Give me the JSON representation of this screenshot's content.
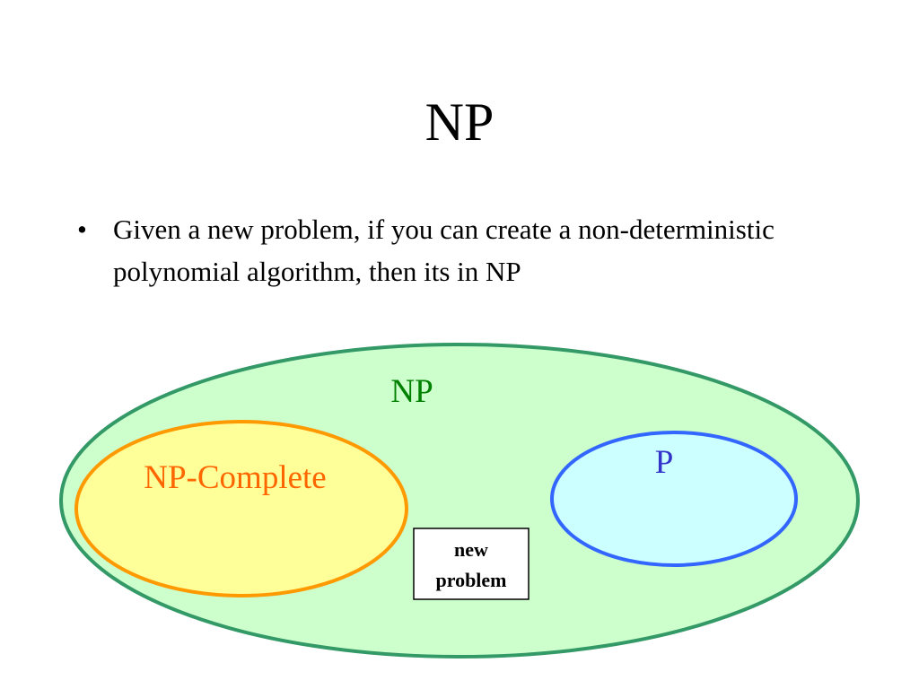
{
  "slide": {
    "title": "NP",
    "bullets": [
      "Given a new problem, if you can create a non-deterministic polynomial algorithm, then its in NP"
    ]
  },
  "diagram": {
    "np_label": "NP",
    "np_complete_label": "NP-Complete",
    "p_label": "P",
    "new_problem_line1": "new",
    "new_problem_line2": "problem"
  },
  "colors": {
    "np_fill": "#ccffcc",
    "np_stroke": "#339966",
    "np_text": "#008000",
    "npc_fill": "#ffff99",
    "npc_stroke": "#ff9900",
    "npc_text": "#ff6600",
    "p_fill": "#ccffff",
    "p_stroke": "#3366ff",
    "p_text": "#3333cc"
  }
}
